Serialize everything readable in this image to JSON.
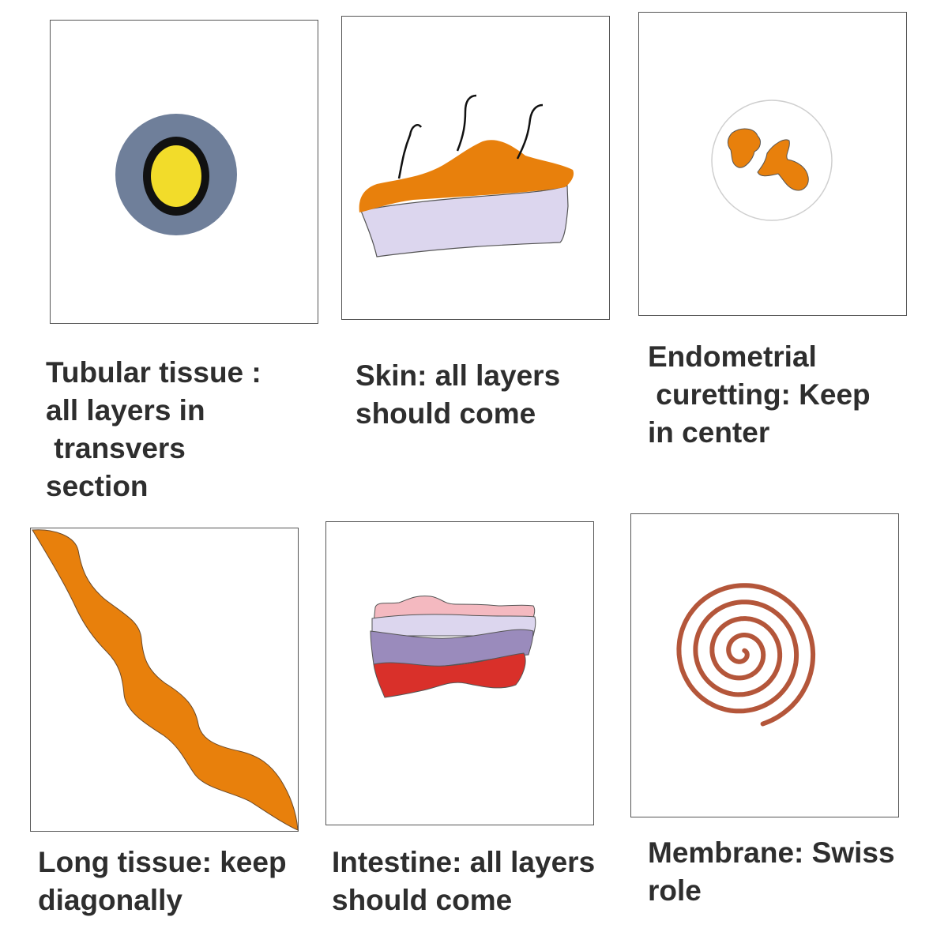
{
  "panels": [
    {
      "id": "tubular",
      "caption": "Tubular tissue :\nall layers in\n transvers\nsection"
    },
    {
      "id": "skin",
      "caption": "Skin: all layers\nshould come"
    },
    {
      "id": "endometrial",
      "caption": "Endometrial\n curetting: Keep\nin center"
    },
    {
      "id": "long",
      "caption": "Long tissue: keep\ndiagonally"
    },
    {
      "id": "intestine",
      "caption": "Intestine: all layers\nshould come"
    },
    {
      "id": "membrane",
      "caption": "Membrane: Swiss\nrole"
    }
  ],
  "colors": {
    "orange": "#e8800c",
    "grey_blue": "#6f7f9a",
    "yellow": "#f2dc2a",
    "lavender": "#dcd6ee",
    "pink": "#f4b9c0",
    "purple": "#9a8bbc",
    "red": "#d9302a",
    "spiral": "#b4563a"
  }
}
